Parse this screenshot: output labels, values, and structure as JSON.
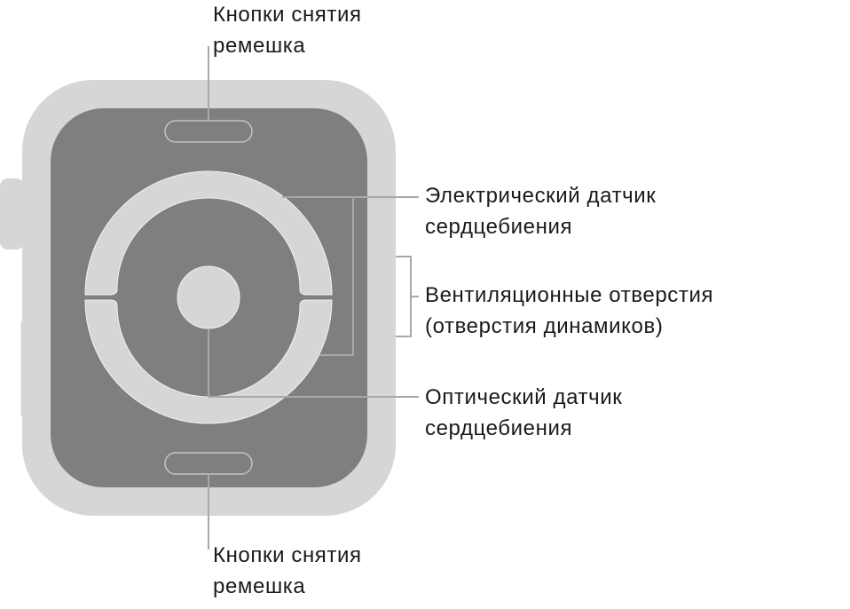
{
  "diagram": {
    "title": "Apple Watch back view",
    "colors": {
      "case": "#d6d6d6",
      "back_panel": "#7f7f7f",
      "sensor": "#d6d6d6",
      "sensor_outline": "#f2f2f2",
      "leader_line": "#a8a8a8",
      "text": "#1a1a1a"
    },
    "labels": {
      "band_release_top": {
        "line1": "Кнопки снятия",
        "line2": "ремешка"
      },
      "electrical_heart_sensor": {
        "line1": "Электрический датчик",
        "line2": "сердцебиения"
      },
      "vents": {
        "line1": "Вентиляционные отверстия",
        "line2": "(отверстия динамиков)"
      },
      "optical_heart_sensor": {
        "line1": "Оптический датчик",
        "line2": "сердцебиения"
      },
      "band_release_bottom": {
        "line1": "Кнопки снятия",
        "line2": "ремешка"
      }
    }
  }
}
